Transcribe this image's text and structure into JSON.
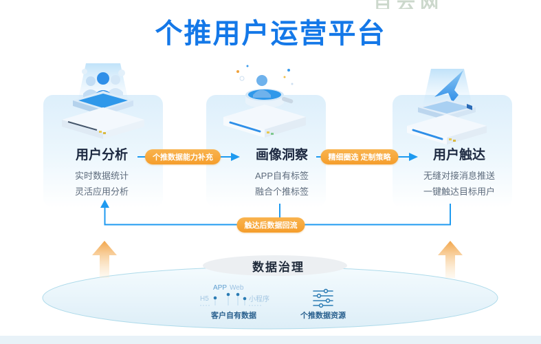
{
  "watermark": "百云网",
  "title": "个推用户运营平台",
  "sections": [
    {
      "title": "用户分析",
      "desc1": "实时数据统计",
      "desc2": "灵活应用分析"
    },
    {
      "title": "画像洞察",
      "desc1": "APP自有标签",
      "desc2": "融合个推标签"
    },
    {
      "title": "用户触达",
      "desc1": "无缝对接消息推送",
      "desc2": "一键触达目标用户"
    }
  ],
  "connectors": {
    "badge1": "个推数据能力补充",
    "badge2": "精细圈选 定制策略",
    "feedback_badge": "触达后数据回流"
  },
  "governance": {
    "title": "数据治理",
    "channels": {
      "app": "APP",
      "web": "Web",
      "h5": "H5",
      "mini_program": "小程序"
    },
    "left_caption": "客户自有数据",
    "right_caption": "个推数据资源"
  },
  "icons": {
    "section1": "user-analysis-hologram-icon",
    "section2": "magnifier-profile-icon",
    "section3": "paper-plane-icon",
    "governance_right": "sliders-icon",
    "up_arrows": "up-arrow-icon"
  },
  "colors": {
    "title_blue": "#1478e8",
    "flow_arrow_blue": "#1e9af0",
    "badge_orange": "#f59d2b",
    "up_arrow_orange": "#f2a549",
    "ellipse_fill": "#e9f5fb",
    "ellipse_border": "#addaea",
    "section_title": "#1c2840",
    "desc_gray": "#5d6b7c",
    "caption_blue": "#2a618f"
  }
}
